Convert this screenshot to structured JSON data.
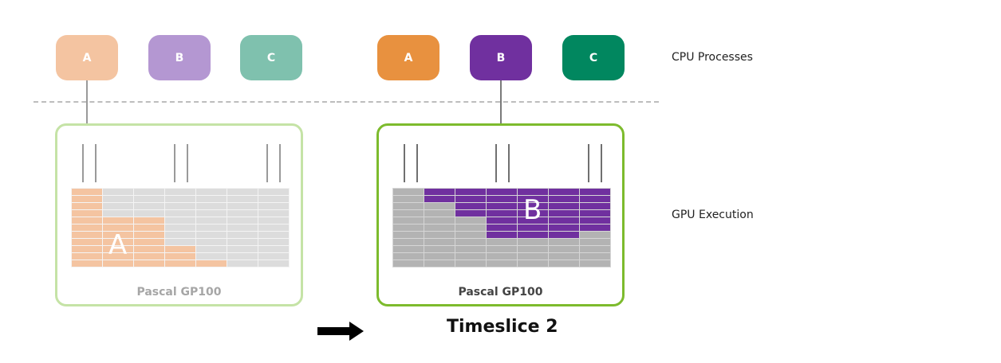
{
  "side_labels": {
    "cpu": "CPU Processes",
    "gpu": "GPU Execution"
  },
  "processes_left": [
    {
      "label": "A",
      "color": "#f4c4a1"
    },
    {
      "label": "B",
      "color": "#b497d2"
    },
    {
      "label": "C",
      "color": "#7fc1ae"
    }
  ],
  "processes_right": [
    {
      "label": "A",
      "color": "#e8913f"
    },
    {
      "label": "B",
      "color": "#70309f"
    },
    {
      "label": "C",
      "color": "#01875f"
    }
  ],
  "gpu_left": {
    "title": "Pascal GP100",
    "letter": "A",
    "frame_color": "#c5e3a6",
    "fill_color": "#f4c4a1",
    "empty_color": "#dcdcdc",
    "title_color": "#a6a6a6",
    "fill_counts": [
      1,
      1,
      1,
      1,
      3,
      3,
      3,
      3,
      4,
      4,
      5
    ]
  },
  "gpu_right": {
    "title": "Pascal GP100",
    "letter": "B",
    "frame_color": "#7dbb2d",
    "fill_color": "#70309f",
    "empty_color": "#b3b3b3",
    "title_color": "#444444",
    "fill_rows": [
      [
        1,
        6
      ],
      [
        1,
        6
      ],
      [
        2,
        6
      ],
      [
        2,
        6
      ],
      [
        3,
        6
      ],
      [
        3,
        6
      ],
      [
        3,
        5
      ],
      [
        0,
        -1
      ],
      [
        0,
        -1
      ],
      [
        0,
        -1
      ],
      [
        0,
        -1
      ]
    ]
  },
  "footer": {
    "label": "Timeslice 2"
  },
  "colors": {
    "connector": "#9a9a9a",
    "bars": "#888888",
    "arrow": "#000000"
  }
}
